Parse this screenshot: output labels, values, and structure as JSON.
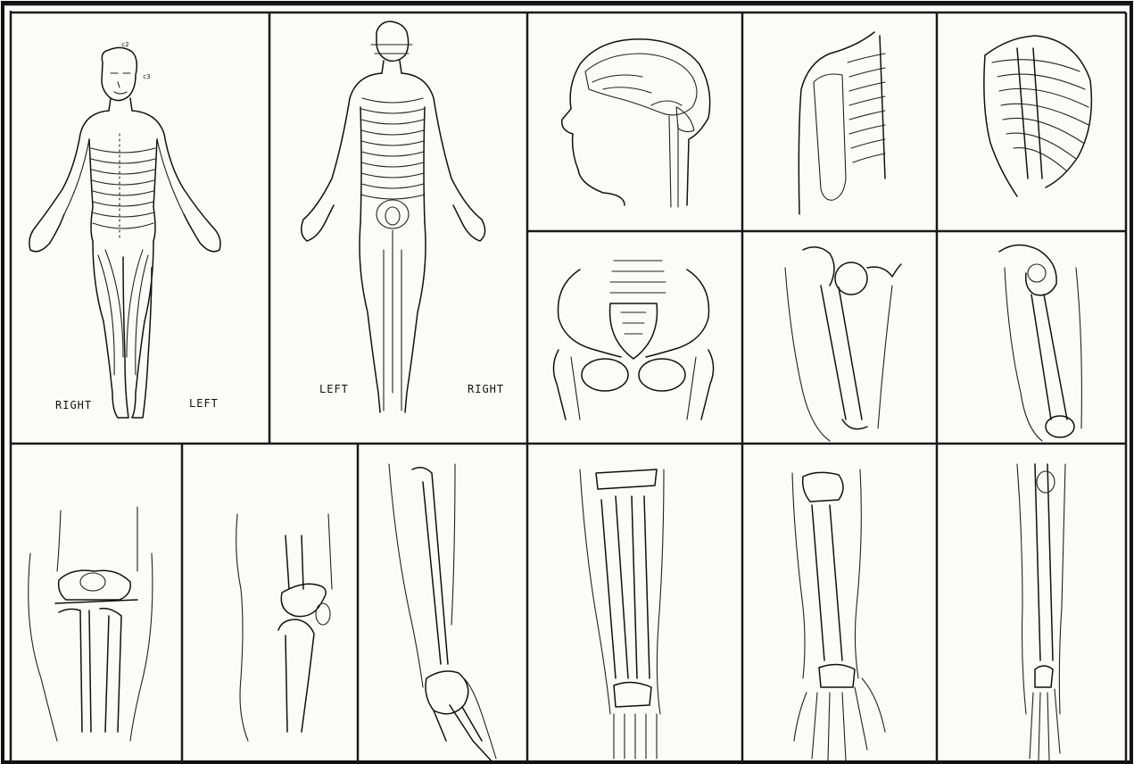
{
  "figure": {
    "front_view": {
      "right_label": "RIGHT",
      "left_label": "LEFT"
    },
    "back_view": {
      "left_label": "LEFT",
      "right_label": "RIGHT"
    }
  }
}
